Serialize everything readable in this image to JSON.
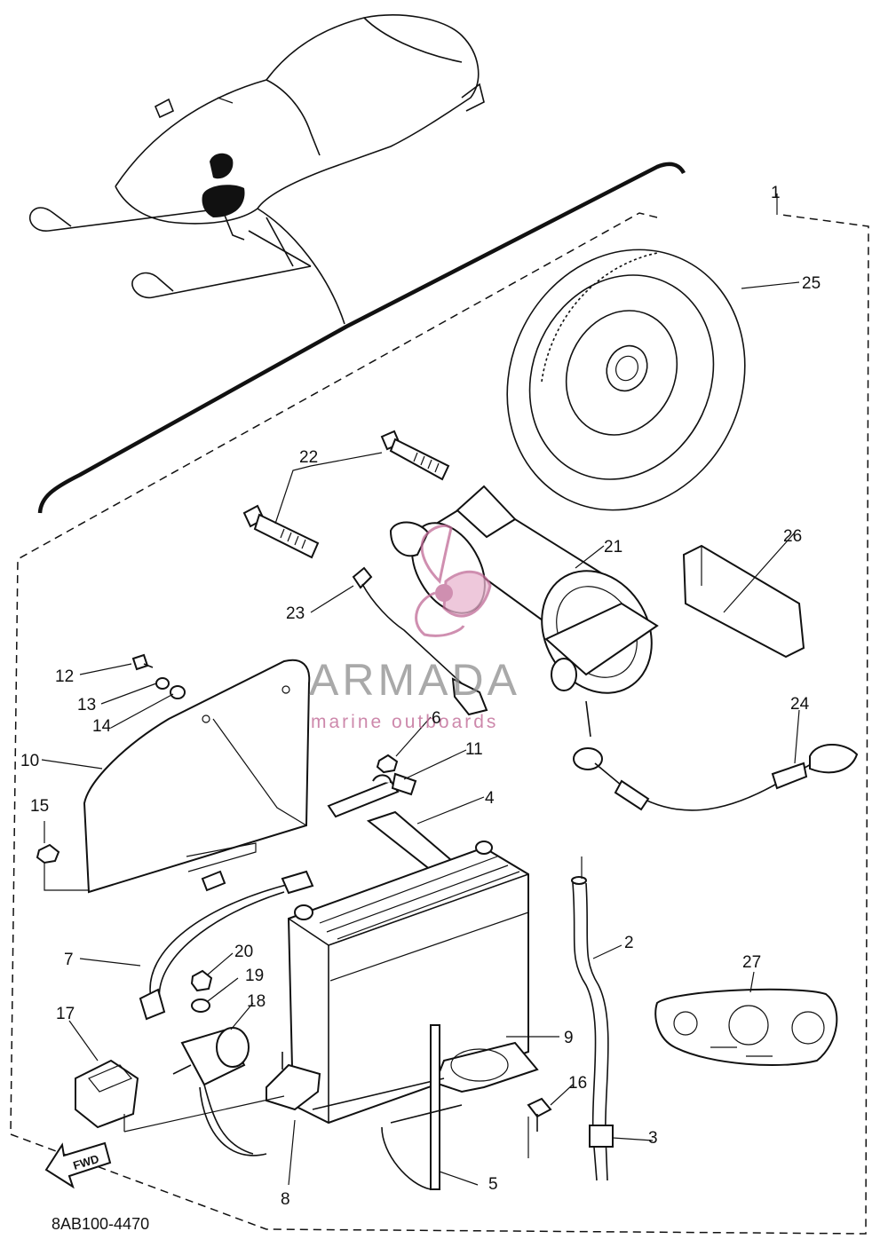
{
  "diagram": {
    "drawing_code": "8AB100-4470",
    "fwd_label": "FWD",
    "watermark": {
      "brand": "ARMADA",
      "tagline": "marine outboards",
      "colors": {
        "brand": "#8c8c8c",
        "tagline": "#c06a96"
      }
    },
    "callouts": [
      "1",
      "2",
      "3",
      "4",
      "5",
      "6",
      "7",
      "8",
      "9",
      "10",
      "11",
      "12",
      "13",
      "14",
      "15",
      "16",
      "17",
      "18",
      "19",
      "20",
      "21",
      "22",
      "23",
      "24",
      "25",
      "26",
      "27"
    ]
  }
}
